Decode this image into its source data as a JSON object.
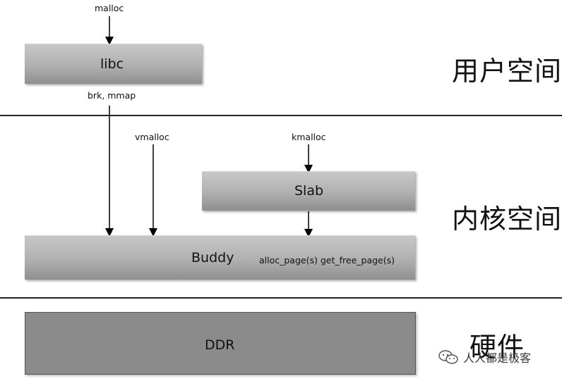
{
  "diagram": {
    "boxes": {
      "libc": "libc",
      "slab": "Slab",
      "buddy": "Buddy",
      "buddy_api": "alloc_page(s) get_free_page(s)",
      "ddr": "DDR"
    },
    "edges": {
      "malloc": "malloc",
      "brk_mmap": "brk, mmap",
      "vmalloc": "vmalloc",
      "kmalloc": "kmalloc"
    },
    "regions": {
      "user_space": "用户空间",
      "kernel_space": "内核空间",
      "hardware": "硬件"
    },
    "watermark": {
      "text": "人人都是极客",
      "icon": "wechat-icon"
    }
  }
}
